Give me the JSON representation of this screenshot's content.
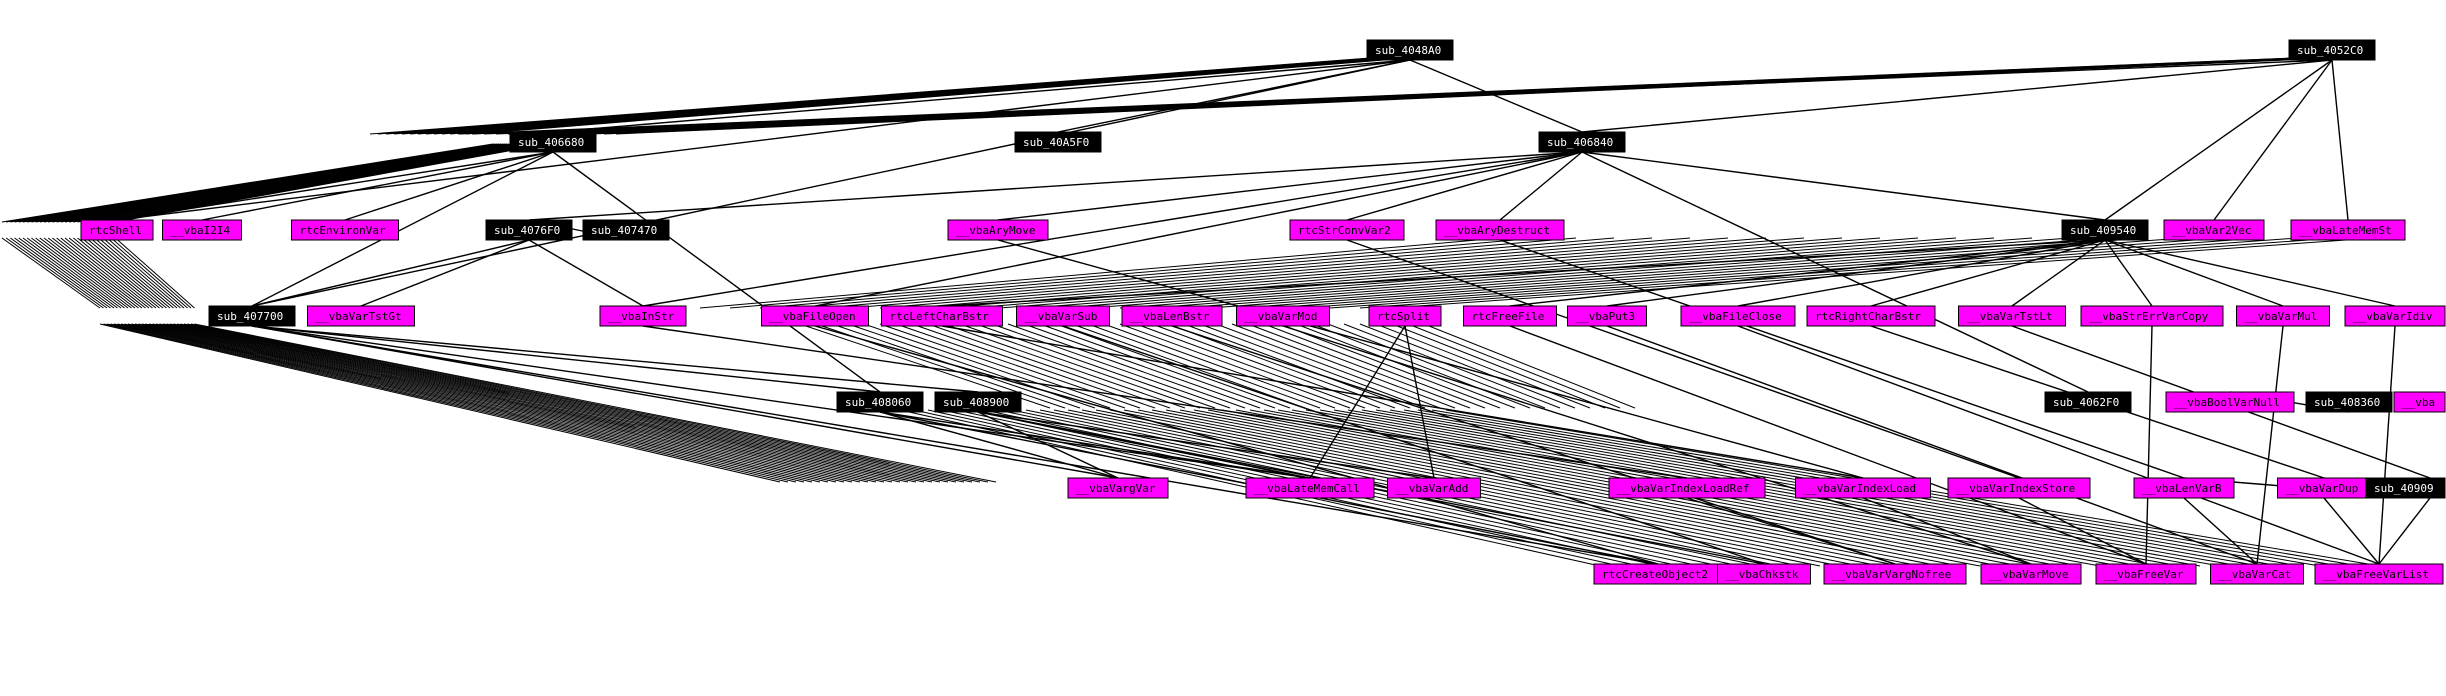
{
  "graph": {
    "colors": {
      "subroutine_fill": "#000000",
      "subroutine_text": "#ffffff",
      "import_fill": "#ff00ff",
      "import_text": "#000000",
      "edge": "#000000",
      "background": "#ffffff"
    },
    "nodes": [
      {
        "id": "n1",
        "label": "sub_4048A0",
        "kind": "sub"
      },
      {
        "id": "n2",
        "label": "sub_4052C0",
        "kind": "sub"
      },
      {
        "id": "n3",
        "label": "sub_406680",
        "kind": "sub"
      },
      {
        "id": "n4",
        "label": "sub_40A5F0",
        "kind": "sub"
      },
      {
        "id": "n5",
        "label": "sub_406840",
        "kind": "sub"
      },
      {
        "id": "n6",
        "label": "rtcShell",
        "kind": "import"
      },
      {
        "id": "n7",
        "label": "__vbaI2I4",
        "kind": "import"
      },
      {
        "id": "n8",
        "label": "rtcEnvironVar",
        "kind": "import"
      },
      {
        "id": "n9",
        "label": "sub_4076F0",
        "kind": "sub"
      },
      {
        "id": "n10",
        "label": "sub_407470",
        "kind": "sub"
      },
      {
        "id": "n11",
        "label": "__vbaAryMove",
        "kind": "import"
      },
      {
        "id": "n12",
        "label": "rtcStrConvVar2",
        "kind": "import"
      },
      {
        "id": "n13",
        "label": "__vbaAryDestruct",
        "kind": "import"
      },
      {
        "id": "n14",
        "label": "sub_409540",
        "kind": "sub"
      },
      {
        "id": "n15",
        "label": "__vbaVar2Vec",
        "kind": "import"
      },
      {
        "id": "n16",
        "label": "__vbaLateMemSt",
        "kind": "import"
      },
      {
        "id": "n17",
        "label": "sub_407700",
        "kind": "sub"
      },
      {
        "id": "n18",
        "label": "__vbaVarTstGt",
        "kind": "import"
      },
      {
        "id": "n19",
        "label": "__vbaInStr",
        "kind": "import"
      },
      {
        "id": "n20",
        "label": "__vbaFileOpen",
        "kind": "import"
      },
      {
        "id": "n21",
        "label": "rtcLeftCharBstr",
        "kind": "import"
      },
      {
        "id": "n22",
        "label": "__vbaVarSub",
        "kind": "import"
      },
      {
        "id": "n23",
        "label": "__vbaLenBstr",
        "kind": "import"
      },
      {
        "id": "n24",
        "label": "__vbaVarMod",
        "kind": "import"
      },
      {
        "id": "n25",
        "label": "rtcSplit",
        "kind": "import"
      },
      {
        "id": "n26",
        "label": "rtcFreeFile",
        "kind": "import"
      },
      {
        "id": "n27",
        "label": "__vbaPut3",
        "kind": "import"
      },
      {
        "id": "n28",
        "label": "__vbaFileClose",
        "kind": "import"
      },
      {
        "id": "n29",
        "label": "rtcRightCharBstr",
        "kind": "import"
      },
      {
        "id": "n30",
        "label": "__vbaVarTstLt",
        "kind": "import"
      },
      {
        "id": "n31",
        "label": "__vbaStrErrVarCopy",
        "kind": "import"
      },
      {
        "id": "n32",
        "label": "__vbaVarMul",
        "kind": "import"
      },
      {
        "id": "n33",
        "label": "__vbaVarIdiv",
        "kind": "import"
      },
      {
        "id": "n34",
        "label": "sub_408060",
        "kind": "sub"
      },
      {
        "id": "n35",
        "label": "sub_408900",
        "kind": "sub"
      },
      {
        "id": "n36",
        "label": "sub_4062F0",
        "kind": "sub"
      },
      {
        "id": "n37",
        "label": "__vbaBoolVarNull",
        "kind": "import"
      },
      {
        "id": "n38",
        "label": "sub_408360",
        "kind": "sub"
      },
      {
        "id": "n39",
        "label": "__vba",
        "kind": "import"
      },
      {
        "id": "n40",
        "label": "__vbaVargVar",
        "kind": "import"
      },
      {
        "id": "n41",
        "label": "__vbaLateMemCall",
        "kind": "import"
      },
      {
        "id": "n42",
        "label": "__vbaVarAdd",
        "kind": "import"
      },
      {
        "id": "n43",
        "label": "__vbaVarIndexLoadRef",
        "kind": "import"
      },
      {
        "id": "n44",
        "label": "__vbaVarIndexLoad",
        "kind": "import"
      },
      {
        "id": "n45",
        "label": "__vbaVarIndexStore",
        "kind": "import"
      },
      {
        "id": "n46",
        "label": "__vbaLenVarB",
        "kind": "import"
      },
      {
        "id": "n47",
        "label": "__vbaVarDup",
        "kind": "import"
      },
      {
        "id": "n48",
        "label": "sub_40909",
        "kind": "sub"
      },
      {
        "id": "n49",
        "label": "rtcCreateObject2",
        "kind": "import"
      },
      {
        "id": "n50",
        "label": "__vbaChkstk",
        "kind": "import"
      },
      {
        "id": "n51",
        "label": "__vbaVarVargNofree",
        "kind": "import"
      },
      {
        "id": "n52",
        "label": "__vbaVarMove",
        "kind": "import"
      },
      {
        "id": "n53",
        "label": "__vbaFreeVar",
        "kind": "import"
      },
      {
        "id": "n54",
        "label": "__vbaVarCat",
        "kind": "import"
      },
      {
        "id": "n55",
        "label": "__vbaFreeVarList",
        "kind": "import"
      }
    ],
    "edges": [
      [
        "n1",
        "n3"
      ],
      [
        "n1",
        "n4"
      ],
      [
        "n1",
        "n5"
      ],
      [
        "n1",
        "n6"
      ],
      [
        "n1",
        "n17"
      ],
      [
        "n2",
        "n14"
      ],
      [
        "n2",
        "n15"
      ],
      [
        "n2",
        "n16"
      ],
      [
        "n2",
        "n3"
      ],
      [
        "n2",
        "n5"
      ],
      [
        "n3",
        "n6"
      ],
      [
        "n3",
        "n7"
      ],
      [
        "n3",
        "n8"
      ],
      [
        "n3",
        "n17"
      ],
      [
        "n3",
        "n34"
      ],
      [
        "n5",
        "n9"
      ],
      [
        "n5",
        "n11"
      ],
      [
        "n5",
        "n12"
      ],
      [
        "n5",
        "n13"
      ],
      [
        "n5",
        "n19"
      ],
      [
        "n5",
        "n20"
      ],
      [
        "n5",
        "n14"
      ],
      [
        "n5",
        "n36"
      ],
      [
        "n10",
        "n9"
      ],
      [
        "n9",
        "n17"
      ],
      [
        "n9",
        "n18"
      ],
      [
        "n9",
        "n19"
      ],
      [
        "n17",
        "n34"
      ],
      [
        "n17",
        "n35"
      ],
      [
        "n17",
        "n40"
      ],
      [
        "n17",
        "n41"
      ],
      [
        "n17",
        "n49"
      ],
      [
        "n14",
        "n21"
      ],
      [
        "n14",
        "n26"
      ],
      [
        "n14",
        "n27"
      ],
      [
        "n14",
        "n28"
      ],
      [
        "n14",
        "n29"
      ],
      [
        "n14",
        "n30"
      ],
      [
        "n14",
        "n31"
      ],
      [
        "n14",
        "n32"
      ],
      [
        "n14",
        "n33"
      ],
      [
        "n25",
        "n41"
      ],
      [
        "n25",
        "n42"
      ],
      [
        "n34",
        "n40"
      ],
      [
        "n34",
        "n41"
      ],
      [
        "n34",
        "n49"
      ],
      [
        "n35",
        "n40"
      ],
      [
        "n35",
        "n41"
      ],
      [
        "n35",
        "n42"
      ],
      [
        "n35",
        "n50"
      ],
      [
        "n38",
        "n37"
      ],
      [
        "n48",
        "n47"
      ],
      [
        "n48",
        "n46"
      ],
      [
        "n48",
        "n55"
      ],
      [
        "n43",
        "n51"
      ],
      [
        "n44",
        "n52"
      ],
      [
        "n45",
        "n53"
      ],
      [
        "n46",
        "n54"
      ],
      [
        "n47",
        "n55"
      ],
      [
        "n20",
        "n49"
      ],
      [
        "n22",
        "n50"
      ],
      [
        "n23",
        "n51"
      ],
      [
        "n24",
        "n52"
      ],
      [
        "n26",
        "n53"
      ],
      [
        "n27",
        "n54"
      ],
      [
        "n28",
        "n55"
      ],
      [
        "n11",
        "n44"
      ],
      [
        "n12",
        "n45"
      ],
      [
        "n13",
        "n46"
      ],
      [
        "n19",
        "n43"
      ],
      [
        "n21",
        "n44"
      ],
      [
        "n29",
        "n47"
      ],
      [
        "n30",
        "n48"
      ],
      [
        "n31",
        "n53"
      ],
      [
        "n32",
        "n54"
      ],
      [
        "n33",
        "n55"
      ]
    ]
  }
}
